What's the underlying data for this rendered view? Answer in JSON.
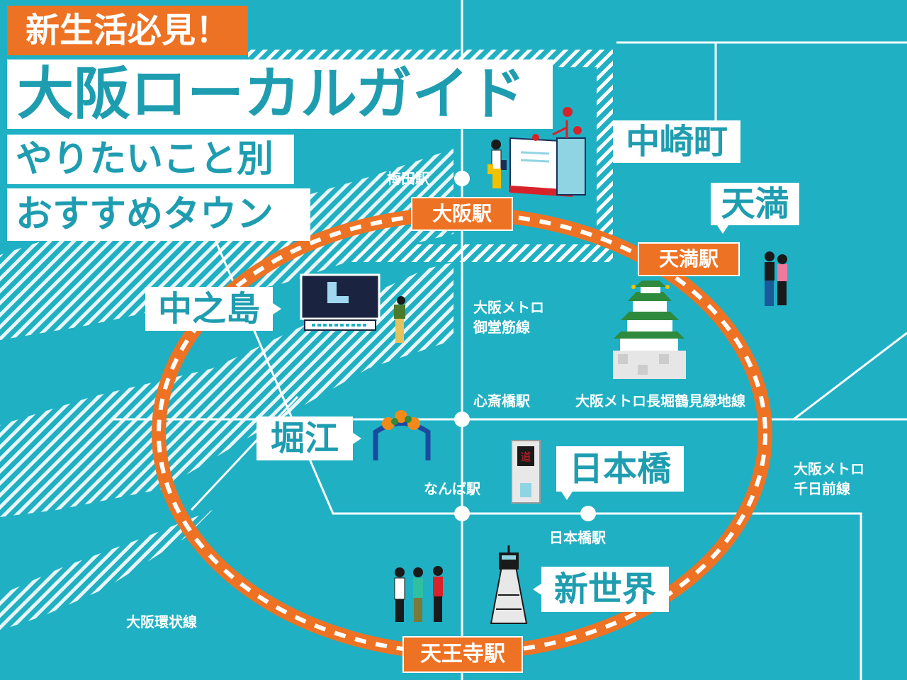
{
  "header": {
    "badge": "新生活必見！",
    "title": "大阪ローカルガイド",
    "subtitle_line1": "やりたいこと別",
    "subtitle_line2": "おすすめタウン"
  },
  "areas": {
    "nakazakicho": "中崎町",
    "tenma": "天満",
    "nakanoshima": "中之島",
    "horie": "堀江",
    "nipponbashi": "日本橋",
    "shinsekai": "新世界"
  },
  "loop_stations": {
    "osaka": "大阪駅",
    "tenma": "天満駅",
    "tennoji": "天王寺駅"
  },
  "stations": {
    "umeda": "梅田駅",
    "shinsaibashi": "心斎橋駅",
    "namba": "なんば駅",
    "nipponbashi": "日本橋駅"
  },
  "lines": {
    "midosuji_1": "大阪メトロ",
    "midosuji_2": "御堂筋線",
    "nagahori": "大阪メトロ長堀鶴見緑地線",
    "sennichimae_1": "大阪メトロ",
    "sennichimae_2": "千日前線",
    "loop": "大阪環状線"
  },
  "icons": [
    "building-icon",
    "person-icon",
    "tv-monitor-icon",
    "castle-icon",
    "people-icon",
    "arch-gate-icon",
    "dotonbori-sign-icon",
    "tsutenkaku-tower-icon",
    "group-people-icon"
  ],
  "colors": {
    "background": "#1fb0c3",
    "accent_orange": "#ee7223",
    "title_text": "#1f9db0",
    "white": "#ffffff"
  }
}
